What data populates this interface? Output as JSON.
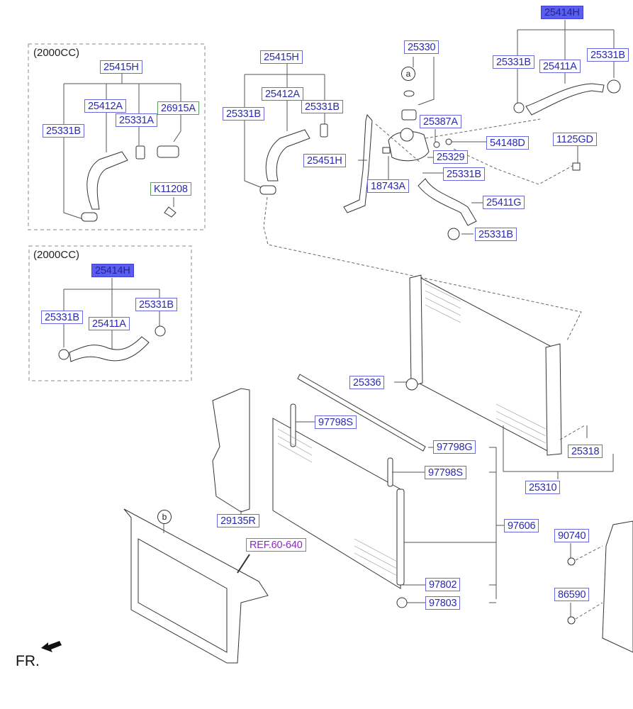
{
  "title": "Radiator & Hoses Parts Diagram",
  "group_boxes": [
    {
      "caption": "(2000CC)"
    },
    {
      "caption": "(2000CC)"
    }
  ],
  "labels": {
    "box1_25415H": "25415H",
    "box1_25412A": "25412A",
    "box1_25331A": "25331A",
    "box1_26915A": "26915A",
    "box1_25331B": "25331B",
    "box1_K11208": "K11208",
    "box2_25414H": "25414H",
    "box2_25331B_left": "25331B",
    "box2_25331B_right": "25331B",
    "box2_25411A": "25411A",
    "mid_25415H": "25415H",
    "mid_25412A": "25412A",
    "mid_25331B_left": "25331B",
    "mid_25331B_right": "25331B",
    "mid_25451H": "25451H",
    "mid_18743A": "18743A",
    "top_25330": "25330",
    "top_25387A": "25387A",
    "top_25329": "25329",
    "top_54148D": "54148D",
    "top_25331B_outlet": "25331B",
    "top_25411G": "25411G",
    "top_25331B_lower": "25331B",
    "tr_25414H": "25414H",
    "tr_25331B_left": "25331B",
    "tr_25411A": "25411A",
    "tr_25331B_right": "25331B",
    "tr_1125GD": "1125GD",
    "rad_25336": "25336",
    "rad_25318": "25318",
    "rad_25310": "25310",
    "cond_97798S_top": "97798S",
    "cond_97798G": "97798G",
    "cond_97798S_bottom": "97798S",
    "cond_97606": "97606",
    "cond_97802": "97802",
    "cond_97803": "97803",
    "shroud_29135R": "29135R",
    "ref_60_640": "REF.60-640",
    "bolt_90740": "90740",
    "bolt_86590": "86590"
  },
  "callouts": {
    "a": "a",
    "b": "b"
  },
  "direction": {
    "label": "FR.",
    "icon": "front-arrow-icon"
  },
  "colors": {
    "label_text": "#2a2ab0",
    "label_border": "#6a6ae0",
    "label_highlight": "#5a5ef0",
    "green_border": "#5aa05a",
    "ref_text": "#8a2ac0"
  }
}
